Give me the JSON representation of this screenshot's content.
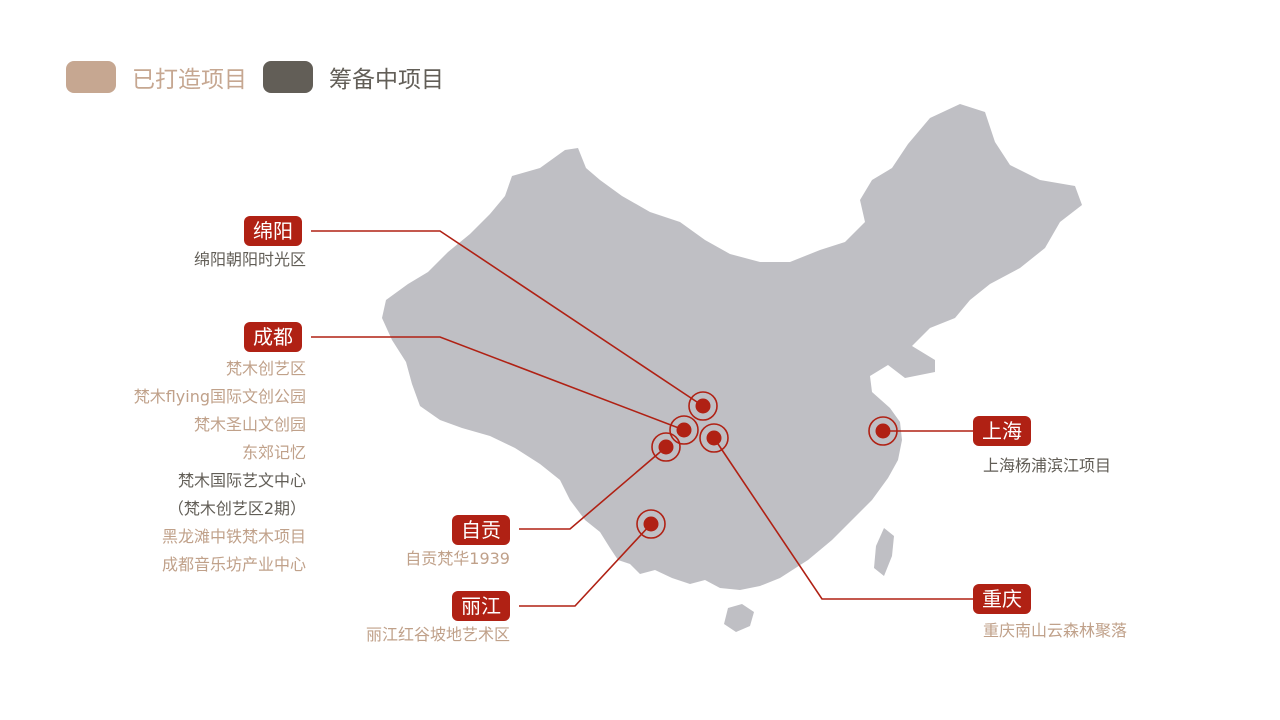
{
  "legend": [
    {
      "label": "已打造项目",
      "color": "#c6a791"
    },
    {
      "label": "筹备中项目",
      "color": "#625e57"
    }
  ],
  "colors": {
    "map_fill": "#bfbfc4",
    "accent": "#b02114",
    "built_text": "#c0a18a",
    "planned_text": "#625e57",
    "label_bg": "#b02114"
  },
  "cities": [
    {
      "name": "绵阳",
      "status": "built",
      "projects": [
        {
          "name": "绵阳朝阳时光区",
          "status": "planned"
        }
      ]
    },
    {
      "name": "成都",
      "status": "built",
      "projects": [
        {
          "name": "梵木创艺区",
          "status": "built"
        },
        {
          "name": "梵木flying国际文创公园",
          "status": "built"
        },
        {
          "name": "梵木圣山文创园",
          "status": "built"
        },
        {
          "name": "东郊记忆",
          "status": "built"
        },
        {
          "name": "梵木国际艺文中心",
          "status": "planned"
        },
        {
          "name": "（梵木创艺区2期）",
          "status": "planned"
        },
        {
          "name": "黑龙滩中铁梵木项目",
          "status": "built"
        },
        {
          "name": "成都音乐坊产业中心",
          "status": "built"
        }
      ]
    },
    {
      "name": "自贡",
      "status": "built",
      "projects": [
        {
          "name": "自贡梵华1939",
          "status": "built"
        }
      ]
    },
    {
      "name": "丽江",
      "status": "built",
      "projects": [
        {
          "name": "丽江红谷坡地艺术区",
          "status": "built"
        }
      ]
    },
    {
      "name": "上海",
      "status": "built",
      "projects": [
        {
          "name": "上海杨浦滨江项目",
          "status": "planned"
        }
      ]
    },
    {
      "name": "重庆",
      "status": "built",
      "projects": [
        {
          "name": "重庆南山云森林聚落",
          "status": "built"
        }
      ]
    }
  ]
}
